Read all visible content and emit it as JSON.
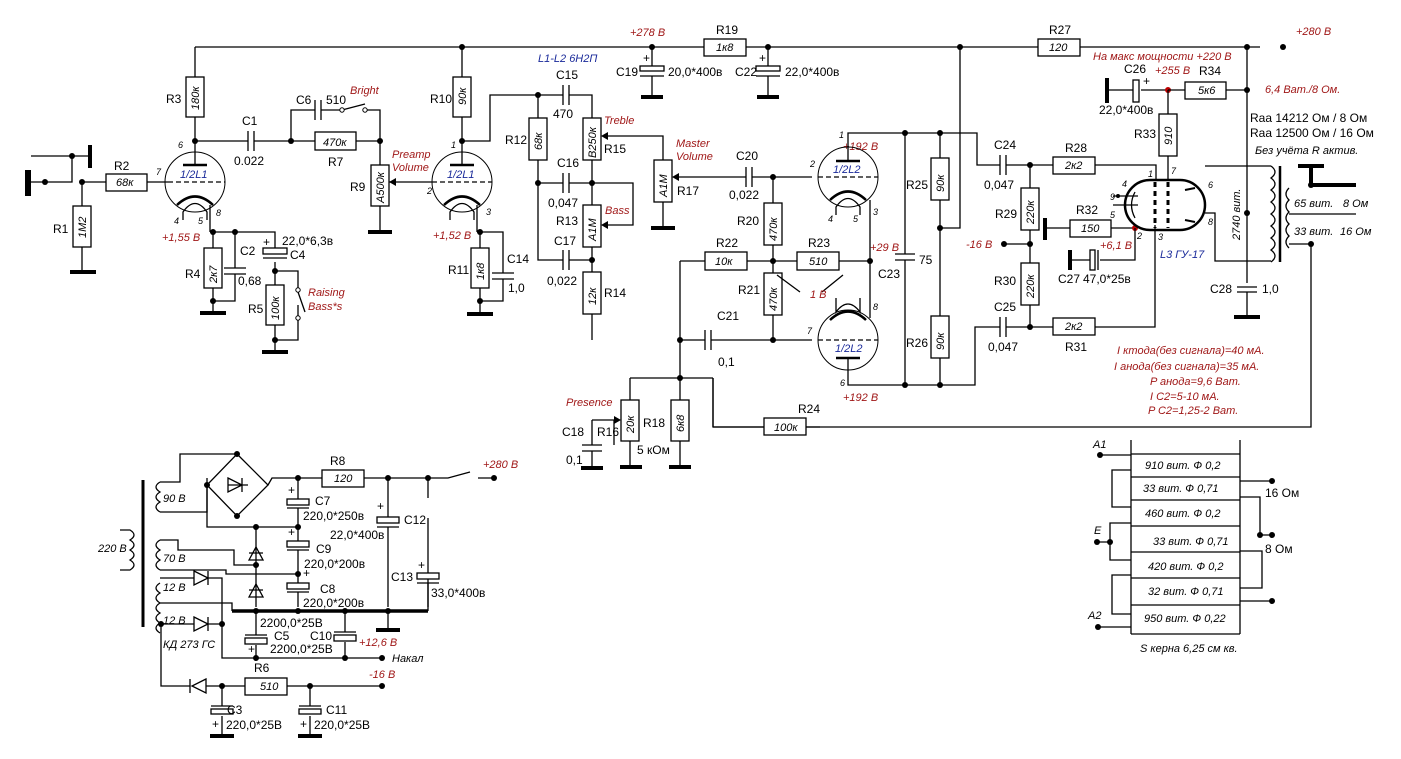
{
  "title": "Guitar tube amplifier schematic",
  "tubes": {
    "l1a": {
      "label": "1/2L1",
      "pins": [
        "6",
        "7",
        "4",
        "5",
        "8"
      ]
    },
    "l1b": {
      "label": "1/2L1",
      "pins": [
        "1",
        "2",
        "3"
      ]
    },
    "l2a": {
      "label": "1/2L2",
      "pins": [
        "1",
        "2",
        "4",
        "5",
        "3"
      ]
    },
    "l2b": {
      "label": "1/2L2",
      "pins": [
        "8",
        "7",
        "6"
      ]
    },
    "l3": {
      "label": "L3 ГУ-17",
      "pins": [
        "1",
        "7",
        "4",
        "9",
        "5",
        "2",
        "3",
        "6",
        "8"
      ]
    },
    "type_note": "L1-L2 6Н2П"
  },
  "resistors": {
    "r1": {
      "name": "R1",
      "value": "1M2"
    },
    "r2": {
      "name": "R2",
      "value": "68к"
    },
    "r3": {
      "name": "R3",
      "value": "180к"
    },
    "r4": {
      "name": "R4",
      "value": "2к7"
    },
    "r5": {
      "name": "R5",
      "value": "100к"
    },
    "r6": {
      "name": "R6",
      "value": "510"
    },
    "r7": {
      "name": "R7",
      "value": "470к"
    },
    "r8": {
      "name": "R8",
      "value": "120"
    },
    "r9": {
      "name": "R9",
      "value": "A500к"
    },
    "r10": {
      "name": "R10",
      "value": "90к"
    },
    "r11": {
      "name": "R11",
      "value": "1к8"
    },
    "r12": {
      "name": "R12",
      "value": "68к"
    },
    "r13": {
      "name": "R13",
      "value": "A1M"
    },
    "r14": {
      "name": "R14",
      "value": "12к"
    },
    "r15": {
      "name": "R15",
      "value": "B250к"
    },
    "r16": {
      "name": "R16",
      "value": "20к"
    },
    "r17": {
      "name": "R17",
      "value": "A1M"
    },
    "r18": {
      "name": "R18",
      "value": "6к8"
    },
    "r19": {
      "name": "R19",
      "value": "1к8"
    },
    "r20": {
      "name": "R20",
      "value": "470к"
    },
    "r21": {
      "name": "R21",
      "value": "470к"
    },
    "r22": {
      "name": "R22",
      "value": "10к"
    },
    "r23": {
      "name": "R23",
      "value": "510"
    },
    "r24": {
      "name": "R24",
      "value": "100к"
    },
    "r25": {
      "name": "R25",
      "value": "90к"
    },
    "r26": {
      "name": "R26",
      "value": "90к"
    },
    "r27": {
      "name": "R27",
      "value": "120"
    },
    "r28": {
      "name": "R28",
      "value": "2к2"
    },
    "r29": {
      "name": "R29",
      "value": "220к"
    },
    "r30": {
      "name": "R30",
      "value": "220к"
    },
    "r31": {
      "name": "R31",
      "value": "2к2"
    },
    "r32": {
      "name": "R32",
      "value": "150"
    },
    "r33": {
      "name": "R33",
      "value": "910"
    },
    "r34": {
      "name": "R34",
      "value": "5к6"
    }
  },
  "capacitors": {
    "c1": {
      "name": "C1",
      "value": "0.022"
    },
    "c2": {
      "name": "C2",
      "value": "0,68"
    },
    "c3": {
      "name": "C3",
      "value": "220,0*25В"
    },
    "c4": {
      "name": "C4",
      "value": "22,0*6,3в"
    },
    "c5": {
      "name": "C5",
      "value": "2200,0*25В"
    },
    "c6": {
      "name": "C6",
      "value": "510"
    },
    "c7": {
      "name": "C7",
      "value": "220,0*250в"
    },
    "c8": {
      "name": "C8",
      "value": "220,0*200в"
    },
    "c9": {
      "name": "C9",
      "value": "220,0*200в"
    },
    "c10": {
      "name": "C10",
      "value": "2200,0*25В"
    },
    "c11": {
      "name": "C11",
      "value": "220,0*25В"
    },
    "c12": {
      "name": "C12",
      "value": "22,0*400в"
    },
    "c13": {
      "name": "C13",
      "value": "33,0*400в"
    },
    "c14": {
      "name": "C14",
      "value": "1,0"
    },
    "c15": {
      "name": "C15",
      "value": "470"
    },
    "c16": {
      "name": "C16",
      "value": "0,047"
    },
    "c17": {
      "name": "C17",
      "value": "0,022"
    },
    "c18": {
      "name": "C18",
      "value": "0,1"
    },
    "c19": {
      "name": "C19",
      "value": "20,0*400в"
    },
    "c20": {
      "name": "C20",
      "value": "0,022"
    },
    "c21": {
      "name": "C21",
      "value": "0,1"
    },
    "c22": {
      "name": "C22",
      "value": "22,0*400в"
    },
    "c23": {
      "name": "C23",
      "value": "75"
    },
    "c24": {
      "name": "C24",
      "value": "0,047"
    },
    "c25": {
      "name": "C25",
      "value": "0,047"
    },
    "c26": {
      "name": "C26",
      "value": "22,0*400в"
    },
    "c27": {
      "name": "C27",
      "value": "47,0*25в"
    },
    "c28": {
      "name": "C28",
      "value": "1,0"
    }
  },
  "controls": {
    "bright": "Bright",
    "preamp_volume": [
      "Preamp",
      "Volume"
    ],
    "raising_bass": [
      "Raising",
      "Bass*s"
    ],
    "treble": "Treble",
    "bass": "Bass",
    "master_volume": [
      "Master",
      "Volume"
    ],
    "presence": "Presence",
    "presence_note": "5 кОм"
  },
  "voltages": {
    "v_l1a_cathode": "+1,55 В",
    "v_l1b_cathode": "+1,52 В",
    "v_278": "+278 В",
    "v_280_top": "+280 В",
    "v_192_top": "+192 В",
    "v_192_bottom": "+192 В",
    "v_29": "+29 В",
    "v_1": "1 В",
    "v_neg16_grid": "-16 В",
    "v_61": "+6,1 В",
    "v_255": "+255 В",
    "v_max_power": "На макс мощности +220 В",
    "v_280_psu": "+280 В",
    "v_126": "+12,6 В",
    "v_heater": "Накал",
    "v_neg16_psu": "-16 В"
  },
  "output": {
    "power": "6,4 Ват./8 Ом.",
    "raa": [
      "Raa 14212 Ом / 8 Ом",
      "Raa 12500 Ом / 16 Ом",
      "Без учёта R актив."
    ],
    "primary": "2740 вит.",
    "sec1": "65 вит.",
    "sec1_imp": "8 Ом",
    "sec2": "33 вит.",
    "sec2_imp": "16 Ом"
  },
  "notes": [
    "I ктода(без сигнала)=40 мА.",
    "I анода(без сигнала)=35 мА.",
    "P анода=9,6 Ват.",
    "I C2=5-10 мА.",
    "P C2=1,25-2 Ват."
  ],
  "psu": {
    "mains": "220 В",
    "w1": "90 В",
    "w2": "70 В",
    "w3": "12 В",
    "w4": "12 В",
    "diode": "КД 273 ГС"
  },
  "winding_table": {
    "rows": [
      "910 вит. Ф 0,2",
      "33 вит. Ф 0,71",
      "460 вит. Ф 0,2",
      "33 вит. Ф 0,71",
      "420 вит. Ф 0,2",
      "32 вит. Ф 0,71",
      "950 вит. Ф 0,22"
    ],
    "a1": "A1",
    "e": "E",
    "a2": "A2",
    "imp16": "16 Ом",
    "imp8": "8 Ом",
    "core": "S керна 6,25 см кв."
  }
}
